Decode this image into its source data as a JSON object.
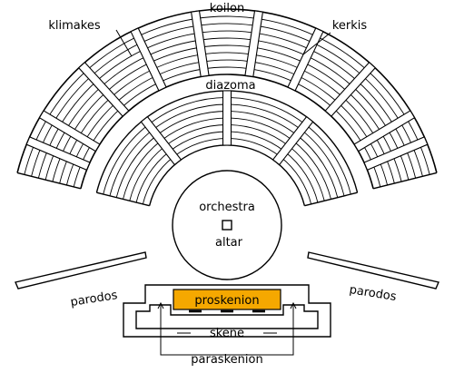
{
  "diagram": {
    "labels": {
      "koilon": "koilon",
      "klimakes": "klimakes",
      "kerkis": "kerkis",
      "diazoma": "diazoma",
      "orchestra": "orchestra",
      "altar": "altar",
      "parodos_left": "parodos",
      "parodos_right": "parodos",
      "proskenion": "proskenion",
      "skene": "skene",
      "paraskenion": "paraskenion"
    },
    "colors": {
      "proskenion_fill": "#f5a800",
      "stroke": "#000000",
      "background": "#ffffff"
    }
  }
}
